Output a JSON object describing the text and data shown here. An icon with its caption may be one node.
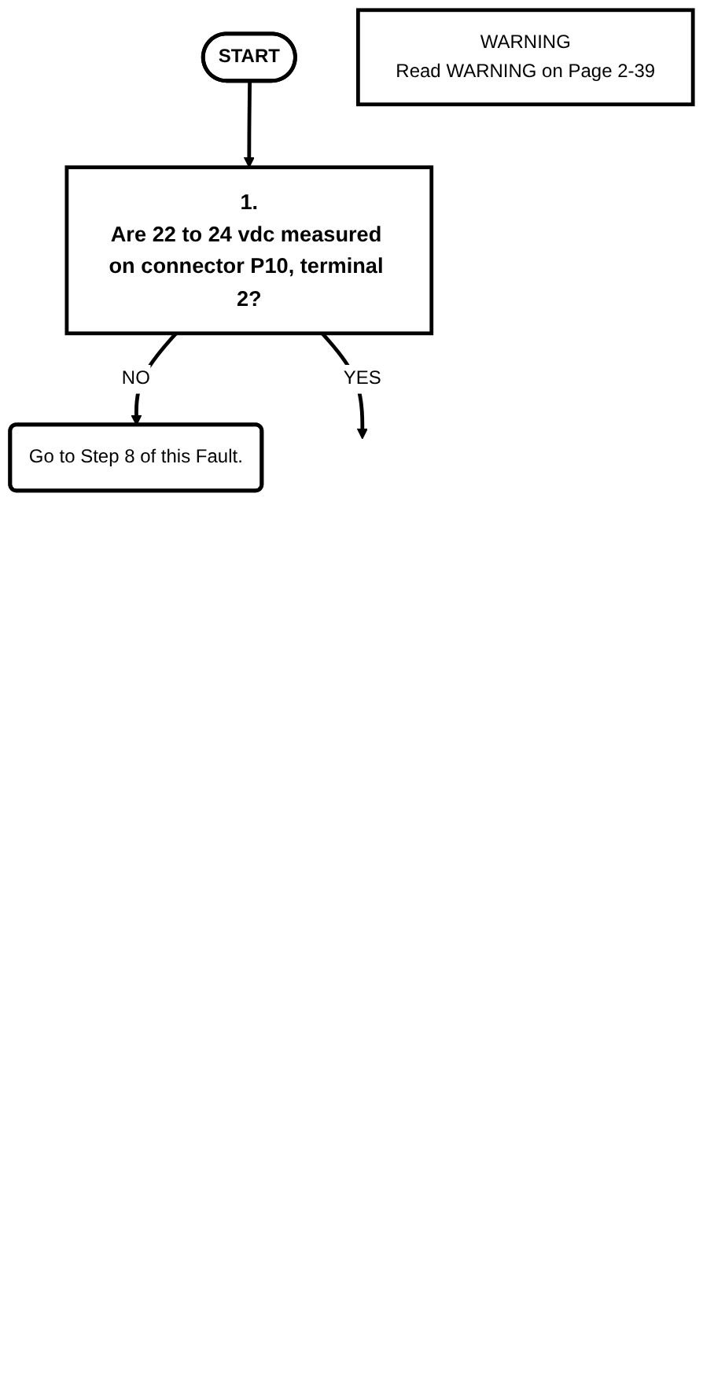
{
  "diagram": {
    "nodes": [
      {
        "text": [
          "START"
        ]
      },
      {
        "text": [
          "1.",
          "Are 22 to 24 vdc measured on connector P10, terminal 2?"
        ]
      },
      {
        "text": [
          "WARNING",
          "Read WARNING on Page 2-39"
        ]
      },
      {
        "text": [
          "Go to Step 8 of this Fault."
        ]
      }
    ],
    "edges": [
      {
        "from": 0,
        "to": 1,
        "arrow": "to"
      },
      {
        "from": 1,
        "to": 3,
        "arrow": "to",
        "label": "NO"
      },
      {
        "from": 1,
        "to": null,
        "arrow": "to",
        "label": "YES"
      }
    ]
  }
}
